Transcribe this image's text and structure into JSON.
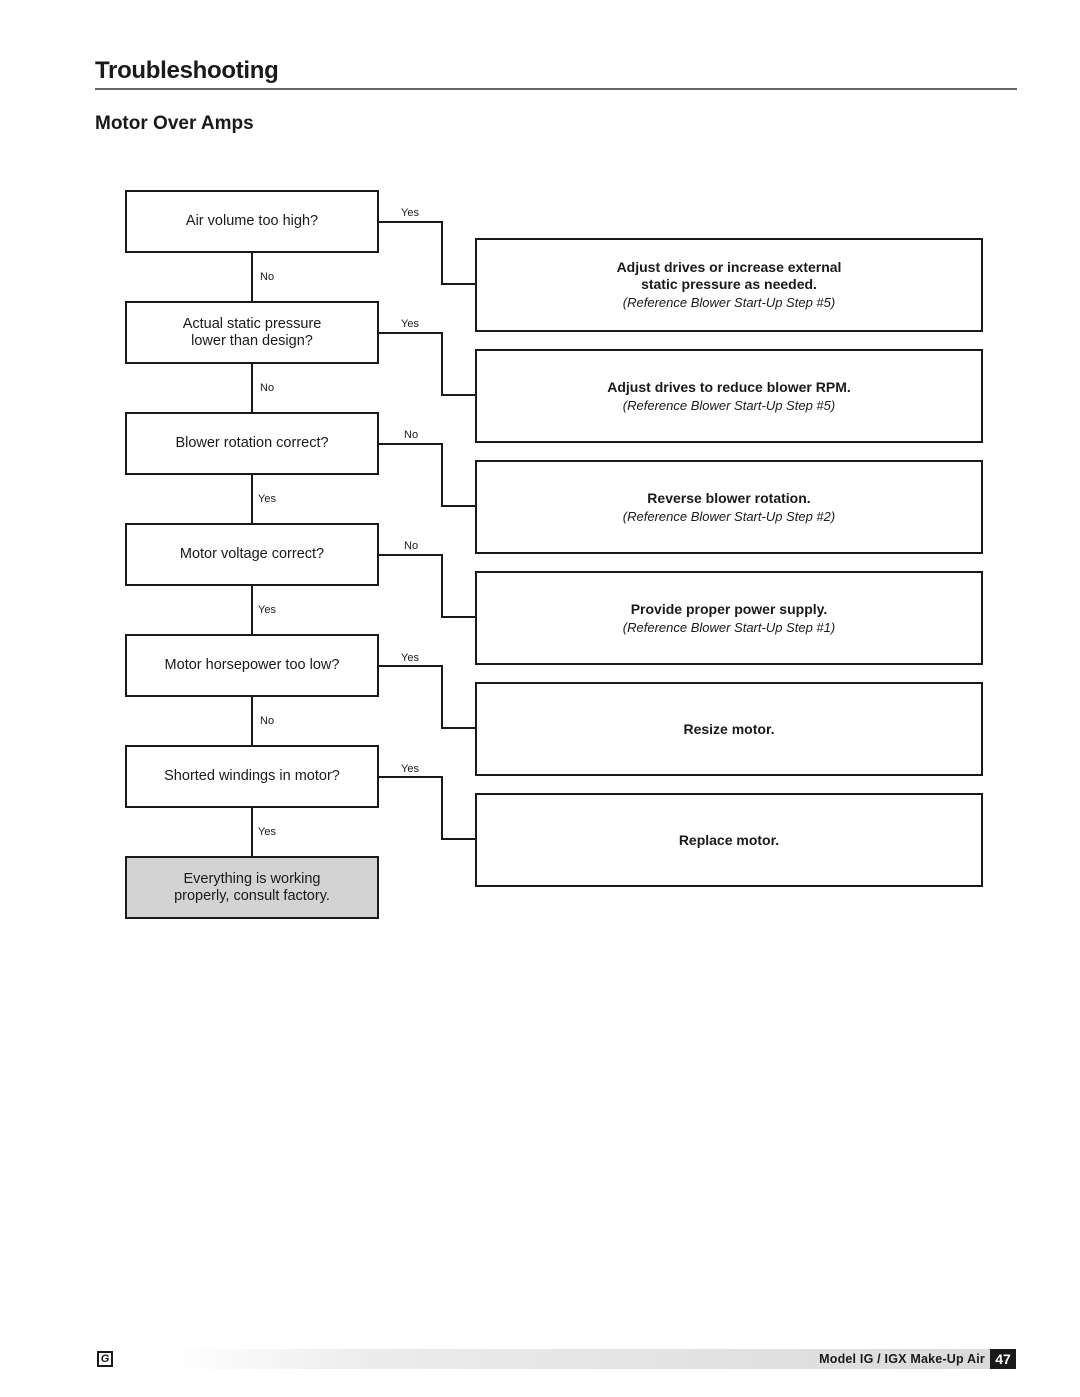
{
  "header": {
    "section_title": "Troubleshooting",
    "subsection_title": "Motor Over Amps"
  },
  "flowchart": {
    "questions": [
      {
        "text": "Air volume too high?",
        "branch_to_action": "Yes",
        "branch_down": "No"
      },
      {
        "text": "Actual static pressure\nlower than design?",
        "branch_to_action": "Yes",
        "branch_down": "No"
      },
      {
        "text": "Blower rotation correct?",
        "branch_to_action": "No",
        "branch_down": "Yes"
      },
      {
        "text": "Motor voltage correct?",
        "branch_to_action": "No",
        "branch_down": "Yes"
      },
      {
        "text": "Motor horsepower too low?",
        "branch_to_action": "Yes",
        "branch_down": "No"
      },
      {
        "text": "Shorted windings in motor?",
        "branch_to_action": "Yes",
        "branch_down": "Yes"
      }
    ],
    "final_box": "Everything is working\nproperly, consult factory.",
    "actions": [
      {
        "main": "Adjust drives or increase external\nstatic pressure as needed.",
        "ref": "(Reference Blower Start-Up Step #5)"
      },
      {
        "main": "Adjust drives to reduce blower RPM.",
        "ref": "(Reference Blower Start-Up Step #5)"
      },
      {
        "main": "Reverse blower rotation.",
        "ref": "(Reference Blower Start-Up Step #2)"
      },
      {
        "main": "Provide proper power supply.",
        "ref": "(Reference Blower Start-Up Step #1)"
      },
      {
        "main": "Resize motor.",
        "ref": ""
      },
      {
        "main": "Replace motor.",
        "ref": ""
      }
    ]
  },
  "footer": {
    "logo_text": "G",
    "model_text": "Model IG / IGX Make-Up Air",
    "page_number": "47"
  }
}
